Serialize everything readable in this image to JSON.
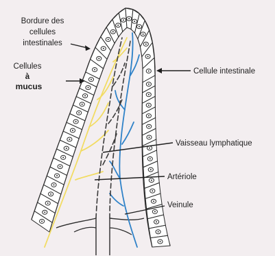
{
  "labels": {
    "bordure": [
      "Bordure des",
      "cellules",
      "intestinales"
    ],
    "mucus": [
      "Cellules",
      "à",
      "mucus"
    ],
    "cellule_intestinale": "Cellule intestinale",
    "vaisseau_lymphatique": "Vaisseau lymphatique",
    "arteriole": "Artériole",
    "veinule": "Veinule"
  },
  "colors": {
    "background": "#f3eef0",
    "outline": "#2a2a2a",
    "arteriole": "#f2dc63",
    "veinule": "#2f82c8",
    "lymph": "#3a3a3a"
  }
}
